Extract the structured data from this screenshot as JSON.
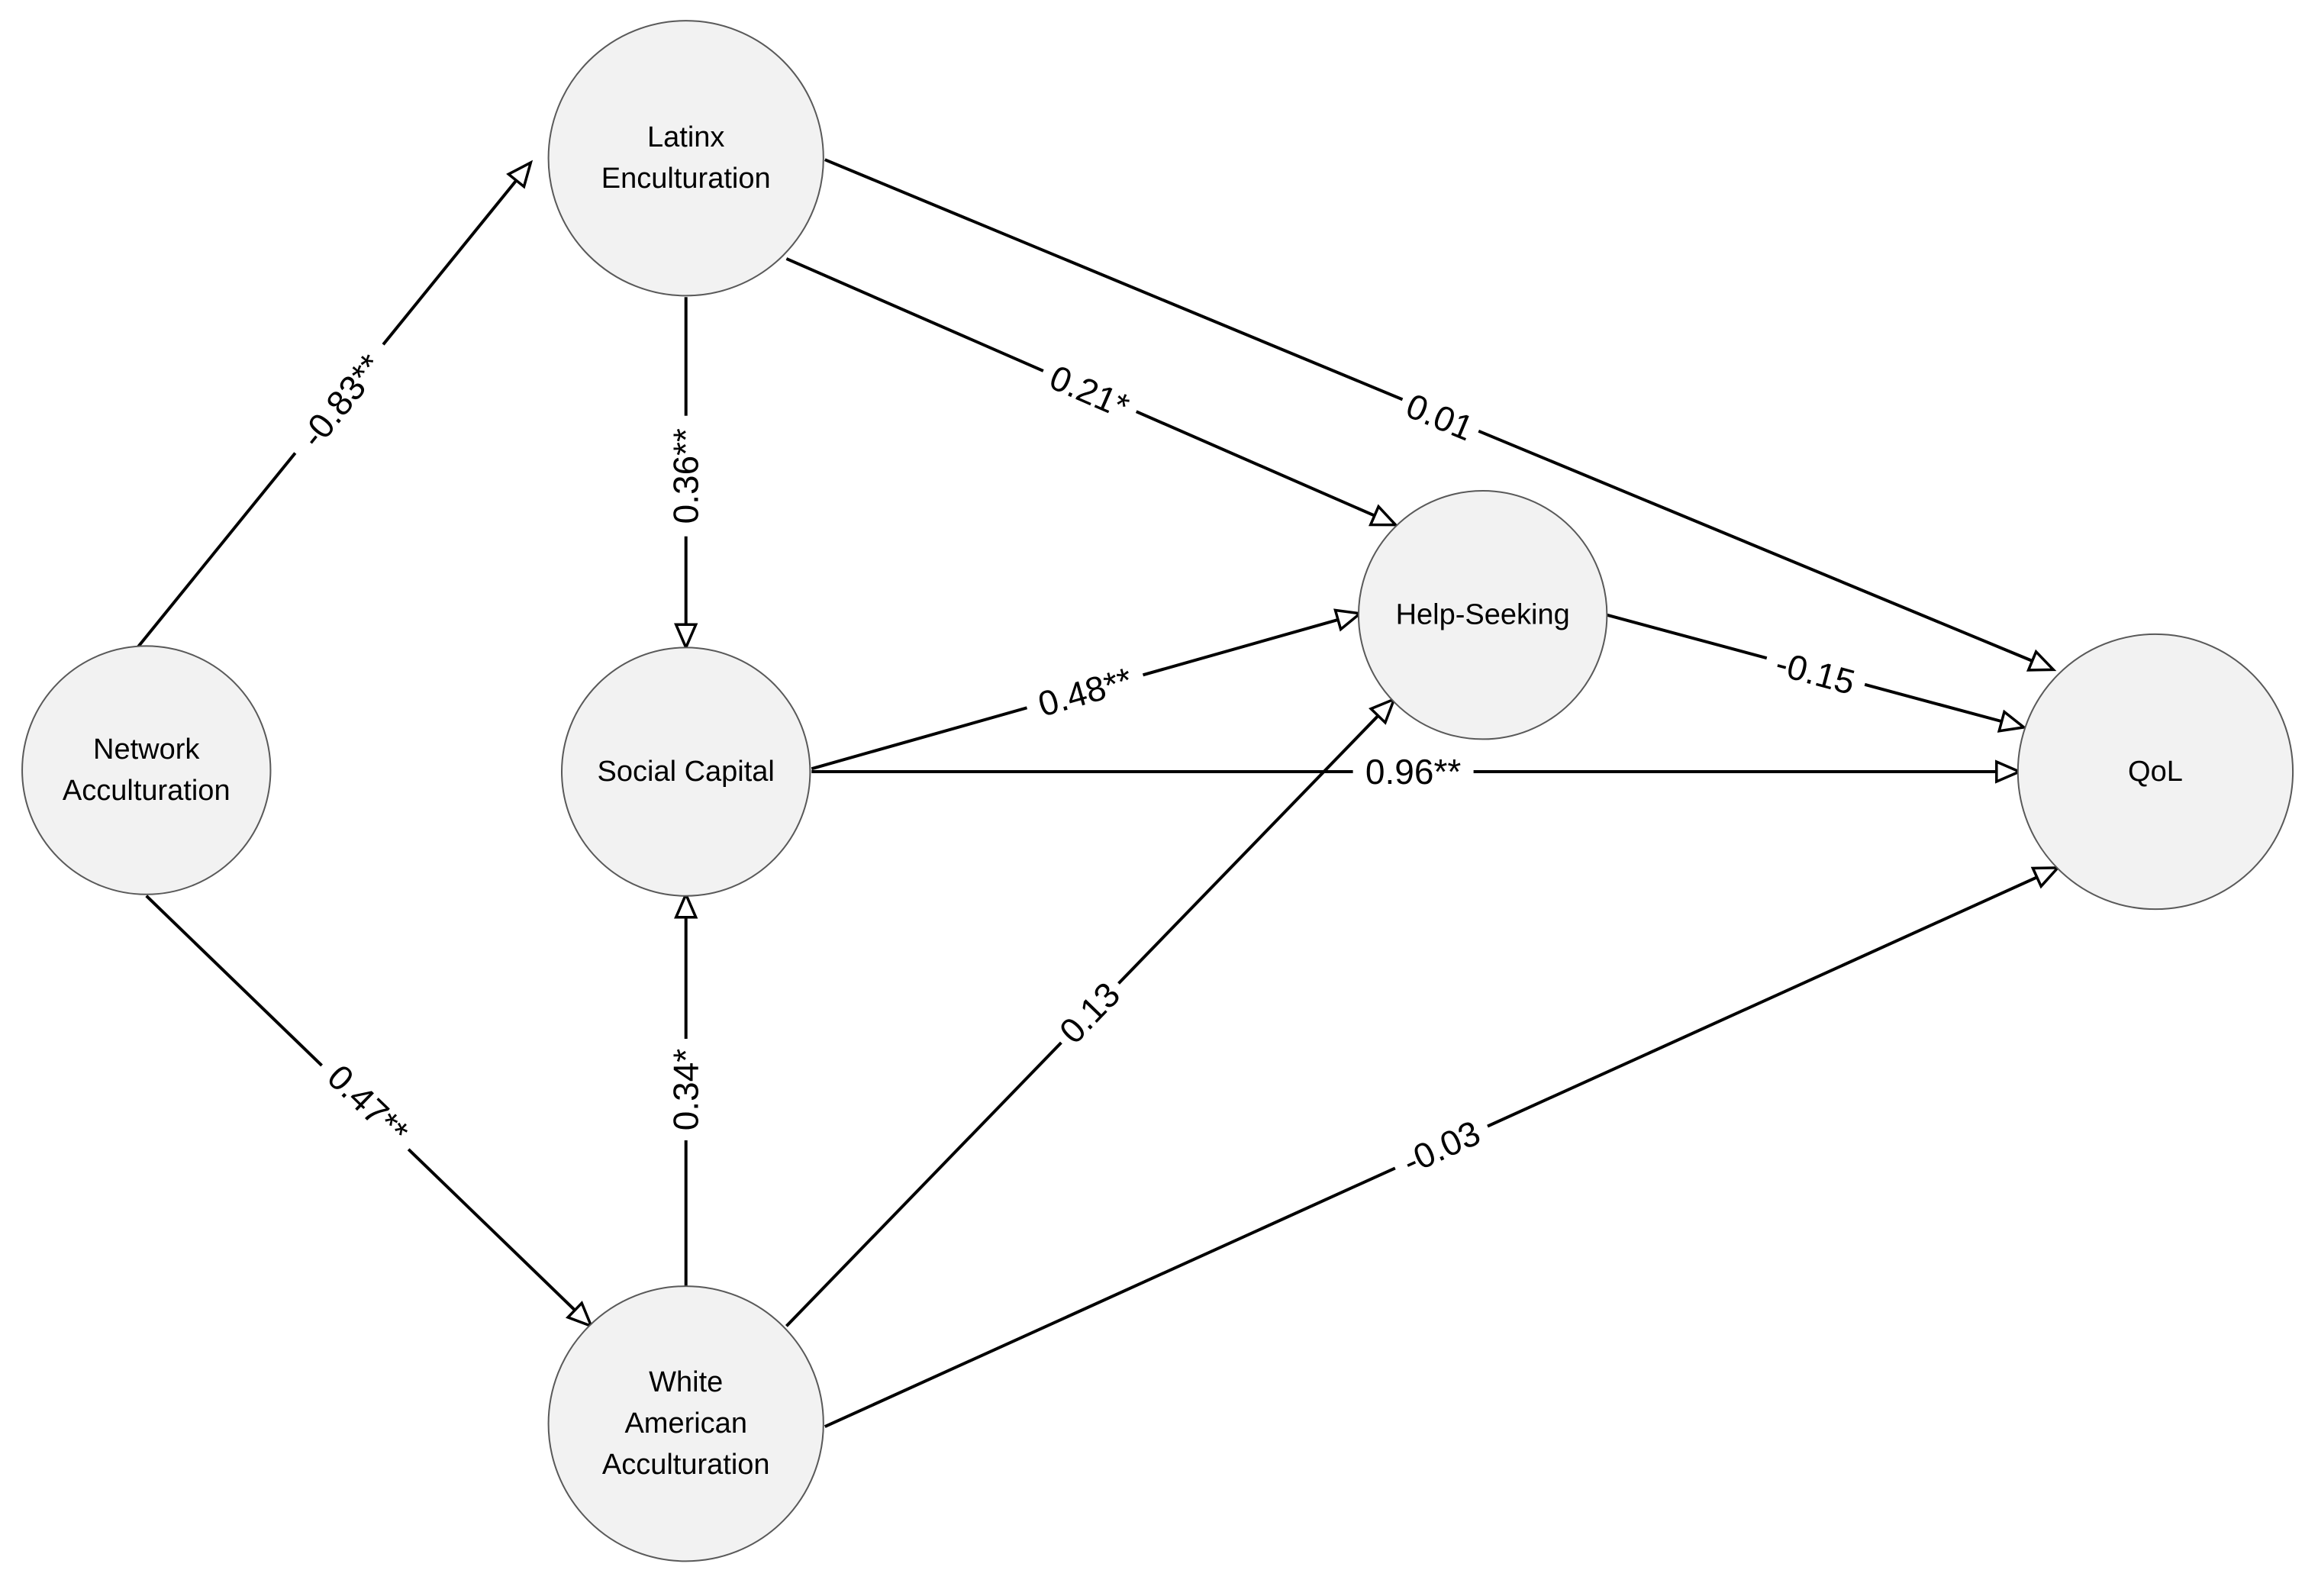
{
  "nodes": {
    "network": {
      "lines": [
        "Network",
        "Acculturation"
      ]
    },
    "latinx": {
      "lines": [
        "Latinx",
        "Enculturation"
      ]
    },
    "social": {
      "lines": [
        "Social Capital"
      ]
    },
    "white": {
      "lines": [
        "White",
        "American",
        "Acculturation"
      ]
    },
    "help": {
      "lines": [
        "Help-Seeking"
      ]
    },
    "qol": {
      "lines": [
        "QoL"
      ]
    }
  },
  "edges": [
    {
      "id": "network-latinx",
      "from": "network",
      "to": "latinx",
      "label": "-0.83**"
    },
    {
      "id": "network-white",
      "from": "network",
      "to": "white",
      "label": "0.47**"
    },
    {
      "id": "latinx-social",
      "from": "latinx",
      "to": "social",
      "label": "0.36**"
    },
    {
      "id": "white-social",
      "from": "white",
      "to": "social",
      "label": "0.34*"
    },
    {
      "id": "latinx-help",
      "from": "latinx",
      "to": "help",
      "label": "0.21*"
    },
    {
      "id": "latinx-qol",
      "from": "latinx",
      "to": "qol",
      "label": "0.01"
    },
    {
      "id": "social-help",
      "from": "social",
      "to": "help",
      "label": "0.48**"
    },
    {
      "id": "social-qol",
      "from": "social",
      "to": "qol",
      "label": "0.96**"
    },
    {
      "id": "white-help",
      "from": "white",
      "to": "help",
      "label": "0.13"
    },
    {
      "id": "white-qol",
      "from": "white",
      "to": "qol",
      "label": "-0.03"
    },
    {
      "id": "help-qol",
      "from": "help",
      "to": "qol",
      "label": "-0.15"
    }
  ]
}
